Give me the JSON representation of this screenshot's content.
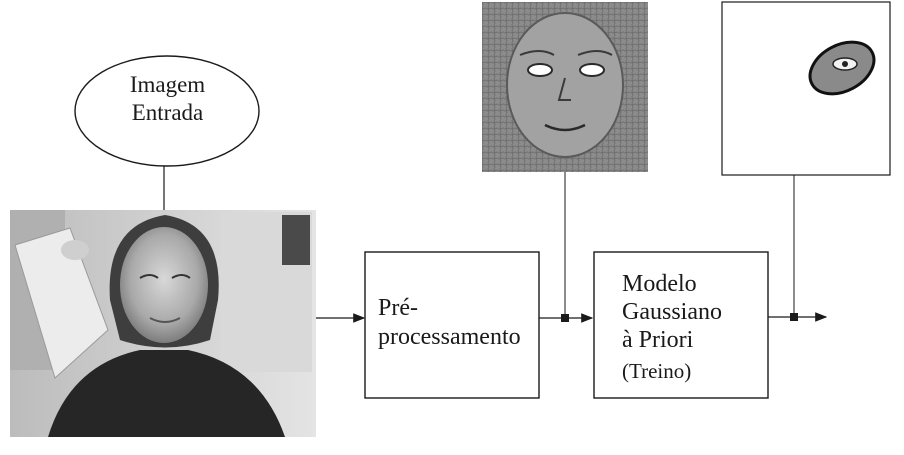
{
  "diagram": {
    "input_node": {
      "line1": "Imagem",
      "line2": "Entrada"
    },
    "preprocess_box": {
      "line1": "Pré-",
      "line2": "processamento"
    },
    "model_box": {
      "line1": "Modelo",
      "line2": "Gaussiano",
      "line3": "à Priori",
      "line4": "(Treino)"
    },
    "images": [
      {
        "name": "input-face-photo",
        "depicts": "woman face photograph, grayscale"
      },
      {
        "name": "preprocessed-face-image",
        "depicts": "edge-filtered face image"
      },
      {
        "name": "eye-region-output",
        "depicts": "elliptical eye region on white"
      }
    ],
    "colors": {
      "line": "#1a1a1a",
      "photo": "#888888",
      "background": "#ffffff"
    }
  }
}
